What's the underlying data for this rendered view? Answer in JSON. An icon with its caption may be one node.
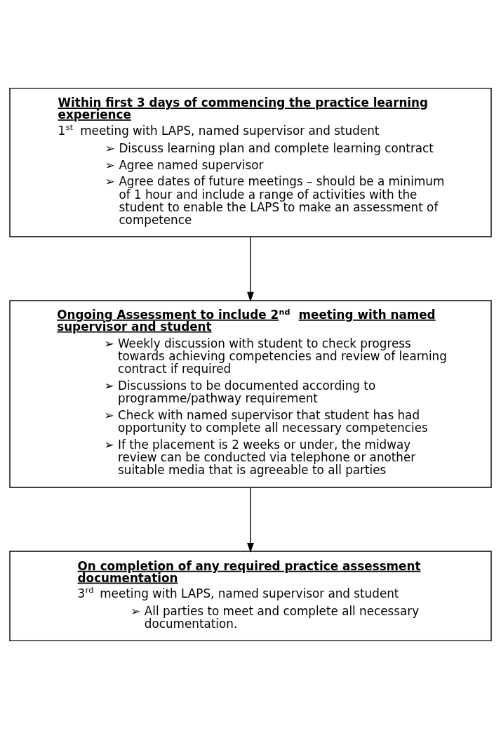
{
  "diagram": {
    "nodes": [
      {
        "text": [
          "Within first 3 days of commencing the practice learning experience",
          "1$^{st}$ meeting with LAPS, named supervisor and student",
          "➢ Discuss learning plan and complete learning contract",
          "➢ Agree named supervisor",
          "➢ Agree dates of future meetings – should be a minimum of 1 hour and include a range of activities with the student to enable the LAPS to make an assessment of competence"
        ]
      },
      {
        "text": [
          "Ongoing Assessment to include 2$^{nd}$ meeting with named supervisor and student",
          "➢ Weekly discussion with student to check progress towards achieving competencies and review of learning contract if required",
          "➢ Discussions to be documented according to programme/pathway requirement",
          "➢ Check with named supervisor that student has had opportunity to complete all necessary competencies",
          "➢ If the placement is 2 weeks or under, the midway review can be conducted via telephone or another suitable media that is agreeable to all parties"
        ]
      },
      {
        "text": [
          "On completion of any required practice assessment documentation",
          "3$^{rd}$ meeting with LAPS, named supervisor and student",
          "➢ All parties to meet and complete all necessary documentation."
        ]
      }
    ],
    "edges": [
      {
        "from": 0,
        "to": 1,
        "arrow": "to"
      },
      {
        "from": 1,
        "to": 2,
        "arrow": "to"
      }
    ]
  }
}
